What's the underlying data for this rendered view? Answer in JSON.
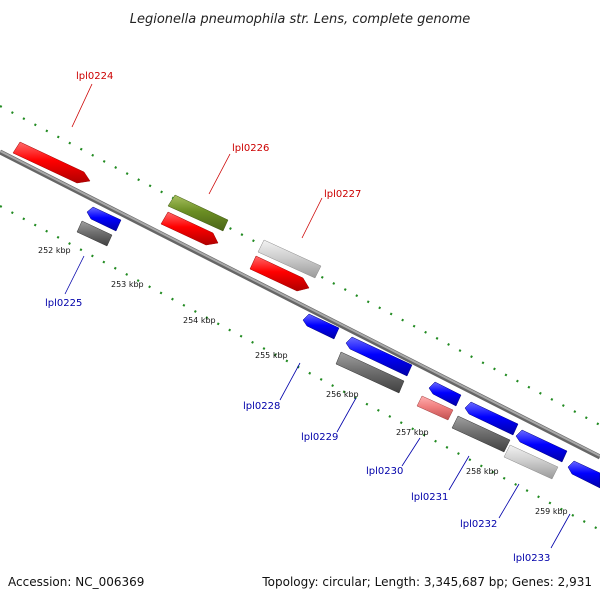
{
  "title": "Legionella pneumophila str. Lens, complete genome",
  "accession": "Accession: NC_006369",
  "topology": "Topology: circular; Length: 3,345,687 bp; Genes: 2,931",
  "colors": {
    "forward_label": "#cc0000",
    "reverse_label": "#0000aa",
    "tick": "#228b22",
    "backbone": "#8a8a8a"
  },
  "ticks": [
    {
      "label": "252 kbp"
    },
    {
      "label": "253 kbp"
    },
    {
      "label": "254 kbp"
    },
    {
      "label": "255 kbp"
    },
    {
      "label": "256 kbp"
    },
    {
      "label": "257 kbp"
    },
    {
      "label": "258 kbp"
    },
    {
      "label": "259 kbp"
    }
  ],
  "genes": [
    {
      "label": "lpl0224",
      "strand": "forward",
      "color": "red"
    },
    {
      "label": "lpl0225",
      "strand": "reverse",
      "color": "blue"
    },
    {
      "label": "lpl0226",
      "strand": "forward",
      "color": "olive"
    },
    {
      "label": "lpl0227",
      "strand": "forward",
      "color": "lightgray"
    },
    {
      "label": "lpl0228",
      "strand": "reverse",
      "color": "blue"
    },
    {
      "label": "lpl0229",
      "strand": "reverse",
      "color": "blue"
    },
    {
      "label": "lpl0230",
      "strand": "reverse",
      "color": "blue"
    },
    {
      "label": "lpl0231",
      "strand": "reverse",
      "color": "blue"
    },
    {
      "label": "lpl0232",
      "strand": "reverse",
      "color": "blue"
    },
    {
      "label": "lpl0233",
      "strand": "reverse",
      "color": "blue"
    }
  ]
}
